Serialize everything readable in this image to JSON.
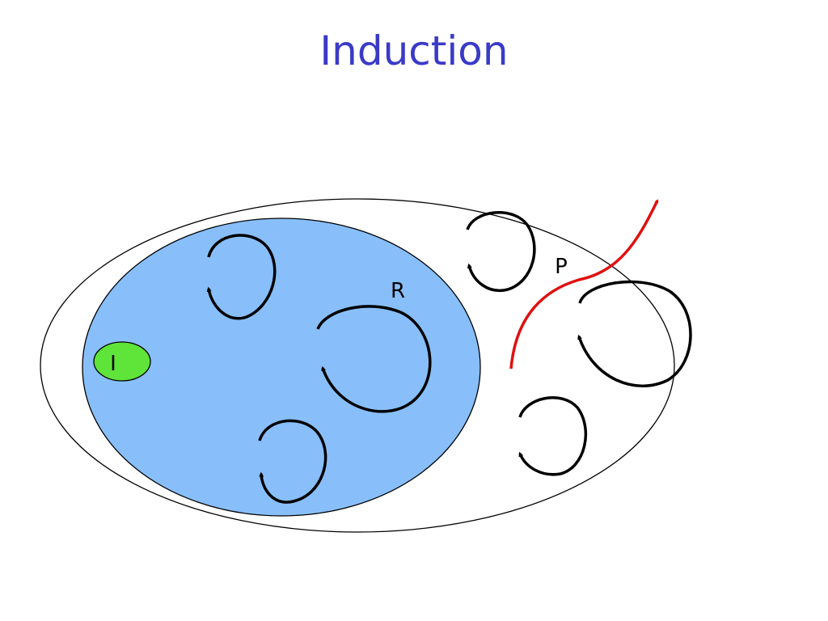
{
  "slide": {
    "title": "Induction"
  },
  "diagram": {
    "labels": {
      "initial": "I",
      "reachable": "R",
      "property": "P"
    },
    "colors": {
      "title": "#3a3ac8",
      "reachable_fill": "#88bffa",
      "initial_fill": "#5fe43a",
      "violation_path": "#e01010",
      "loops": "#000000"
    }
  }
}
